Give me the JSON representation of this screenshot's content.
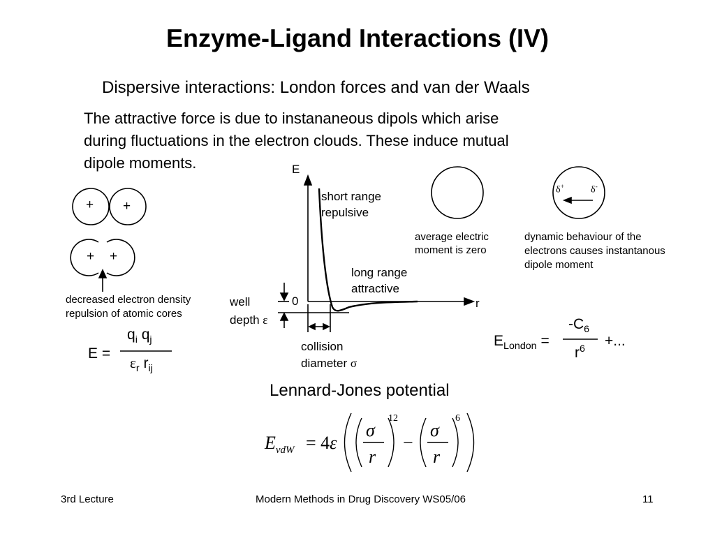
{
  "slide": {
    "title": "Enzyme-Ligand Interactions (IV)",
    "subtitle": "Dispersive interactions: London forces and van der Waals",
    "body_lines": [
      "The attractive force is due to instananeous dipols which arise",
      "during fluctuations in the electron clouds. These induce mutual",
      "dipole moments."
    ]
  },
  "atoms_figure": {
    "plus_sign": "+",
    "caption_line1": "decreased electron density",
    "caption_line2": "repulsion of atomic cores"
  },
  "coulomb_eq": {
    "lhs": "E =",
    "num_q1": "q",
    "num_i": "i",
    "num_q2": "q",
    "num_j": "j",
    "den_eps": "ε",
    "den_r_sub": "r",
    "den_r": "r",
    "den_ij": "ij"
  },
  "potential_plot": {
    "axis_e": "E",
    "axis_r": "r",
    "zero_label": "0",
    "repulsive_line1": "short range",
    "repulsive_line2": "repulsive",
    "attractive_line1": "long range",
    "attractive_line2": "attractive",
    "well_line1": "well",
    "well_line2": "depth",
    "epsilon": "ε",
    "collision_line1": "collision",
    "collision_line2": "diameter",
    "sigma": "σ"
  },
  "electron_clouds": {
    "average_line1": "average electric",
    "average_line2": "moment is zero",
    "dynamic_line1": "dynamic behaviour of the",
    "dynamic_line2": "electrons causes instantanous",
    "dynamic_line3": "dipole moment",
    "delta": "δ",
    "plus": "+",
    "minus": "-"
  },
  "london_eq": {
    "lhs_e": "E",
    "lhs_sub": "London",
    "equals": "=",
    "num": "-C",
    "num_sub": "6",
    "den": "r",
    "den_sup": "6",
    "tail": "+..."
  },
  "lj": {
    "caption": "Lennard-Jones potential",
    "lhs_e": "E",
    "lhs_sub": "vdW",
    "eq_coef": "= 4",
    "epsilon": "ε",
    "sigma": "σ",
    "r": "r",
    "exp12": "12",
    "exp6": "6",
    "minus": "−"
  },
  "footer": {
    "left": "3rd Lecture",
    "center": "Modern Methods in Drug Discovery WS05/06",
    "page": "11"
  }
}
